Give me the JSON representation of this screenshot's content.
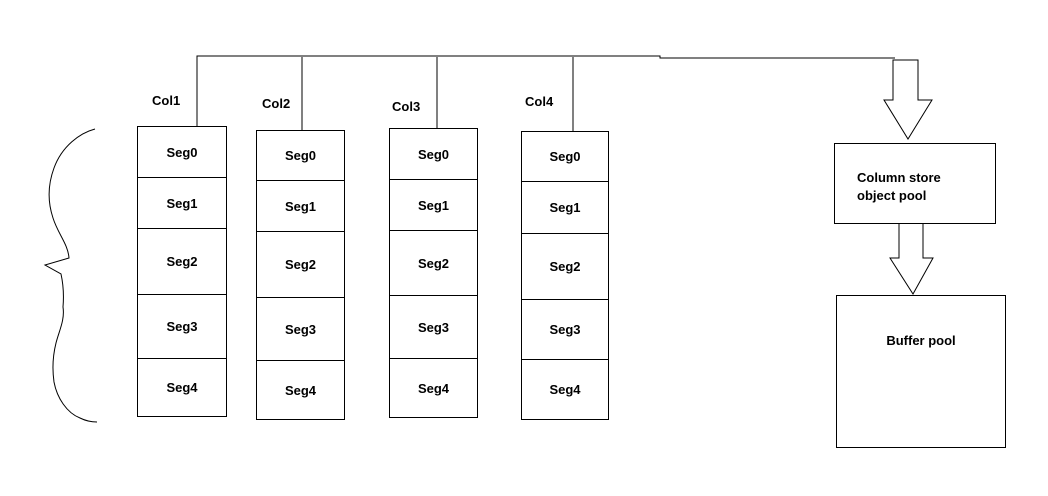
{
  "columns": [
    {
      "label": "Col1",
      "segments": [
        "Seg0",
        "Seg1",
        "Seg2",
        "Seg3",
        "Seg4"
      ]
    },
    {
      "label": "Col2",
      "segments": [
        "Seg0",
        "Seg1",
        "Seg2",
        "Seg3",
        "Seg4"
      ]
    },
    {
      "label": "Col3",
      "segments": [
        "Seg0",
        "Seg1",
        "Seg2",
        "Seg3",
        "Seg4"
      ]
    },
    {
      "label": "Col4",
      "segments": [
        "Seg0",
        "Seg1",
        "Seg2",
        "Seg3",
        "Seg4"
      ]
    }
  ],
  "pools": {
    "column_store": {
      "lines": [
        "Column store",
        "object pool"
      ]
    },
    "buffer": {
      "label": "Buffer pool"
    }
  },
  "colors": {
    "stroke": "#000000",
    "background": "#ffffff",
    "text": "#000000"
  }
}
